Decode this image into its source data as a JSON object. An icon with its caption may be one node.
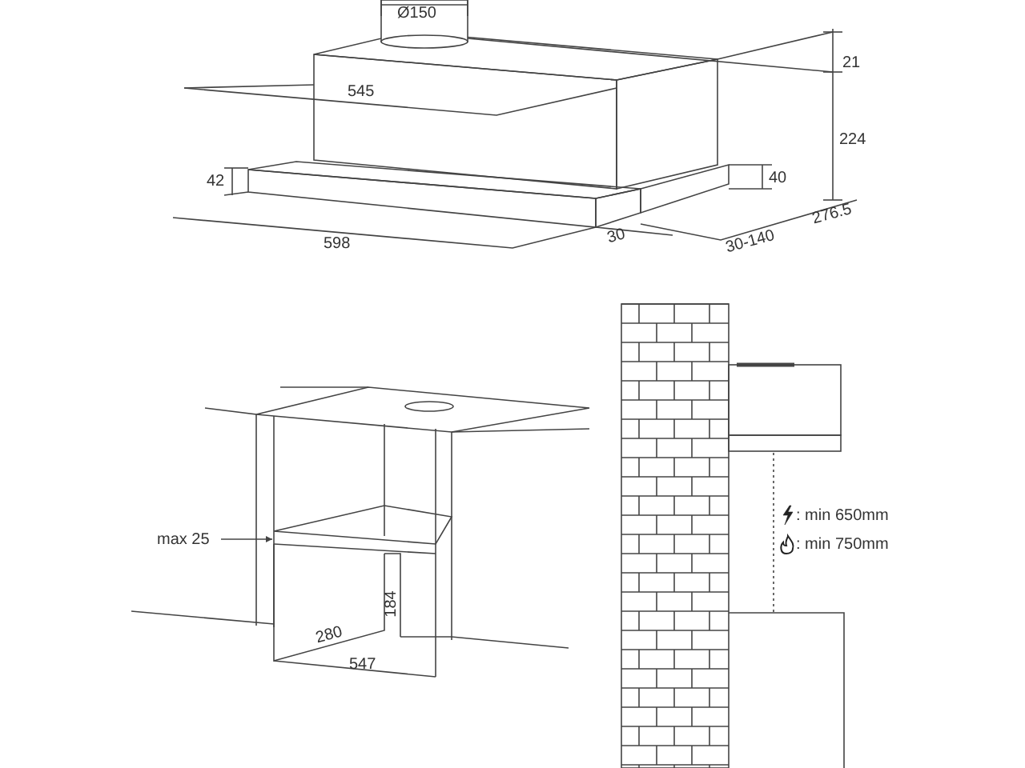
{
  "diagram": {
    "labels": [
      "Ø150",
      "21",
      "545",
      "224",
      "42",
      "40",
      "598",
      "30",
      "30-140",
      "276.5",
      "max 25",
      "184",
      "280",
      "547",
      ": min 650mm",
      ": min 750mm"
    ]
  }
}
